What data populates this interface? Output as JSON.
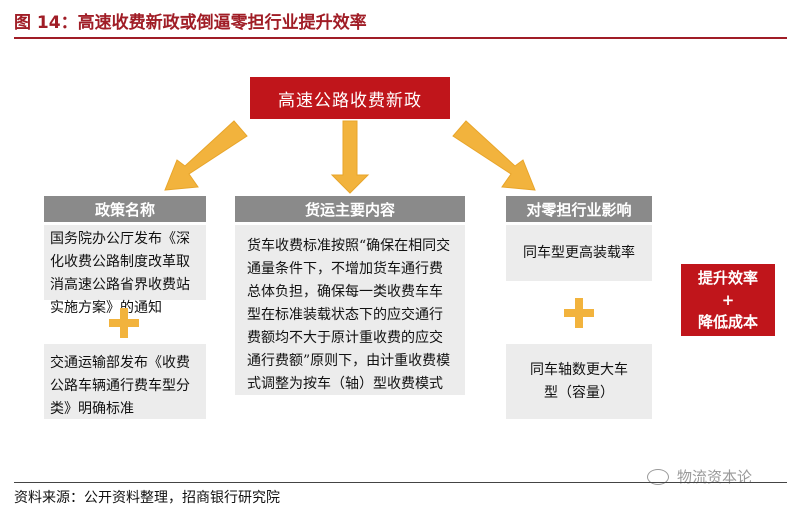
{
  "figure": {
    "title": "图 14：高速收费新政或倒逼零担行业提升效率",
    "source": "资料来源：公开资料整理，招商银行研究院",
    "watermark": "物流资本论"
  },
  "diagram": {
    "center": "高速公路收费新政",
    "columns": [
      {
        "header": "政策名称",
        "items": [
          "国务院办公厅发布《深化收费公路制度改革取消高速公路省界收费站实施方案》的通知",
          "交通运输部发布《收费公路车辆通行费车型分类》明确标准"
        ]
      },
      {
        "header": "货运主要内容",
        "items": [
          "货车收费标准按照“确保在相同交通量条件下，不增加货车通行费总体负担，确保每一类收费车车型在标准装载状态下的应交通行费额均不大于原计重收费的应交通行费额”原则下，由计重收费模式调整为按车（轴）型收费模式"
        ]
      },
      {
        "header": "对零担行业影响",
        "items": [
          "同车型更高装载率",
          "同车轴数更大车型（容量）"
        ]
      }
    ],
    "result": {
      "line1": "提升效率",
      "plus": "+",
      "line2": "降低成本"
    }
  },
  "colors": {
    "accent": "#c0151b",
    "title": "#a01d26",
    "header": "#8a8a8a",
    "box": "#ececec",
    "arrow": "#f2b33d"
  }
}
